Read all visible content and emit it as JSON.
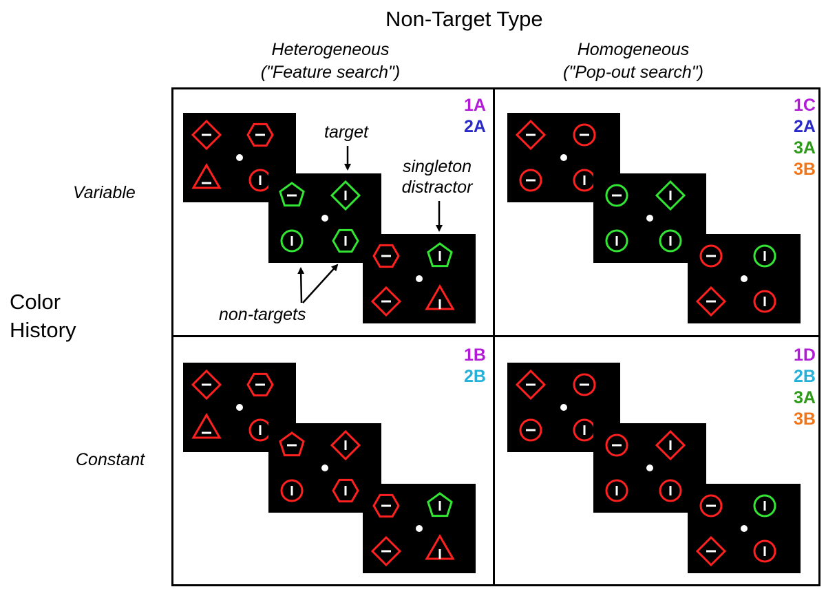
{
  "top_title": "Non-Target Type",
  "columns": [
    {
      "label": "Heterogeneous",
      "sublabel": "(\"Feature search\")"
    },
    {
      "label": "Homogeneous",
      "sublabel": "(\"Pop-out search\")"
    }
  ],
  "rows": [
    {
      "label": "Variable"
    },
    {
      "label": "Constant"
    }
  ],
  "left_title": {
    "line1": "Color",
    "line2": "History"
  },
  "panels": {
    "tl_codes": [
      {
        "text": "1A",
        "color": "#b21cd6"
      },
      {
        "text": "2A",
        "color": "#2a2ac8"
      }
    ],
    "tr_codes": [
      {
        "text": "1C",
        "color": "#b21cd6"
      },
      {
        "text": "2A",
        "color": "#2a2ac8"
      },
      {
        "text": "3A",
        "color": "#2e9a1a"
      },
      {
        "text": "3B",
        "color": "#f07418"
      }
    ],
    "bl_codes": [
      {
        "text": "1B",
        "color": "#b21cd6"
      },
      {
        "text": "2B",
        "color": "#24b0d8"
      }
    ],
    "br_codes": [
      {
        "text": "1D",
        "color": "#b21cd6"
      },
      {
        "text": "2B",
        "color": "#24b0d8"
      },
      {
        "text": "3A",
        "color": "#2e9a1a"
      },
      {
        "text": "3B",
        "color": "#f07418"
      }
    ]
  },
  "annotations": {
    "target": "target",
    "singleton_line1": "singleton",
    "singleton_line2": "distractor",
    "non_targets": "non-targets"
  },
  "colors": {
    "red": "#ff2020",
    "green": "#33e633",
    "screen": "#000000"
  }
}
